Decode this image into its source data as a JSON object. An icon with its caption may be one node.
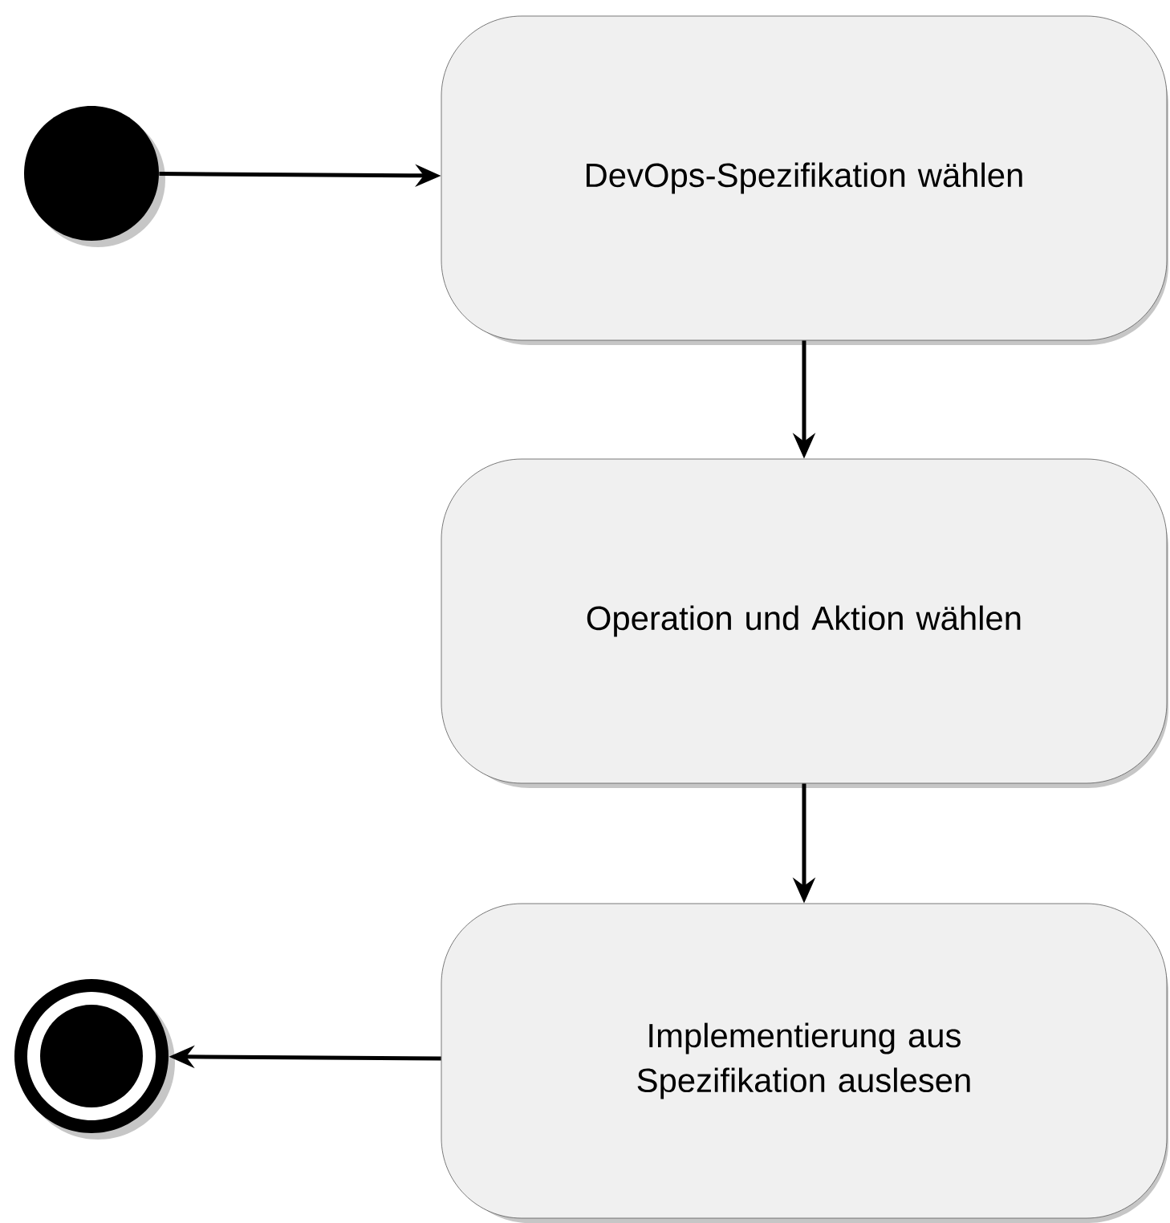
{
  "diagram": {
    "nodes": [
      {
        "text": [],
        "shape": "circle"
      },
      {
        "text": [
          "DevOps-Spezifikation wählen"
        ]
      },
      {
        "text": [
          "Operation und Aktion wählen"
        ]
      },
      {
        "text": [
          "Implementierung aus Spezifikation auslesen"
        ]
      },
      {
        "text": [],
        "shape": "circle"
      }
    ],
    "edges": [
      {
        "from": 0,
        "to": 1,
        "arrow": "to"
      },
      {
        "from": 1,
        "to": 2,
        "arrow": "to"
      },
      {
        "from": 2,
        "to": 3,
        "arrow": "to"
      },
      {
        "from": 3,
        "to": 4,
        "arrow": "to"
      }
    ]
  }
}
